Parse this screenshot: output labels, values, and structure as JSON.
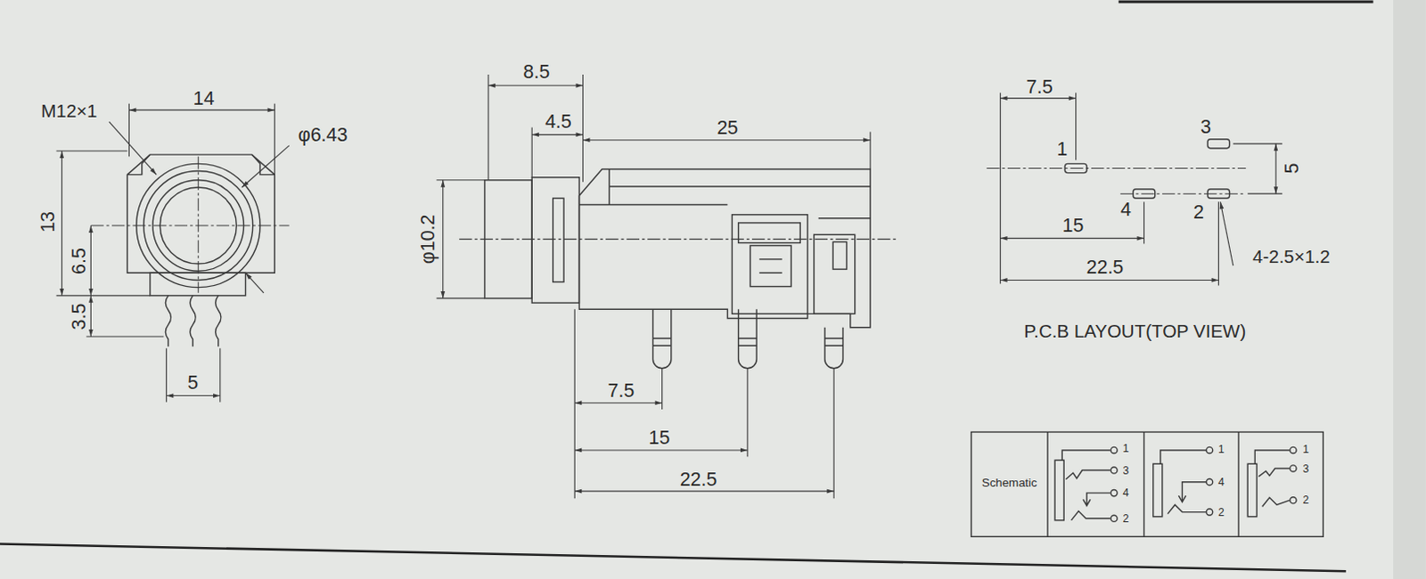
{
  "diagram": {
    "labels": [
      "M12×1",
      "14",
      "φ6.43",
      "13",
      "6.5",
      "3.5",
      "5",
      "8.5",
      "4.5",
      "25",
      "φ10.2",
      "7.5",
      "15",
      "22.5",
      "7.5",
      "3",
      "1",
      "5",
      "4",
      "2",
      "15",
      "4-2.5×1.2",
      "22.5",
      "P.C.B LAYOUT(TOP VIEW)",
      "Schematic",
      "1",
      "3",
      "4",
      "2",
      "1",
      "4",
      "2",
      "1",
      "3",
      "2"
    ]
  }
}
